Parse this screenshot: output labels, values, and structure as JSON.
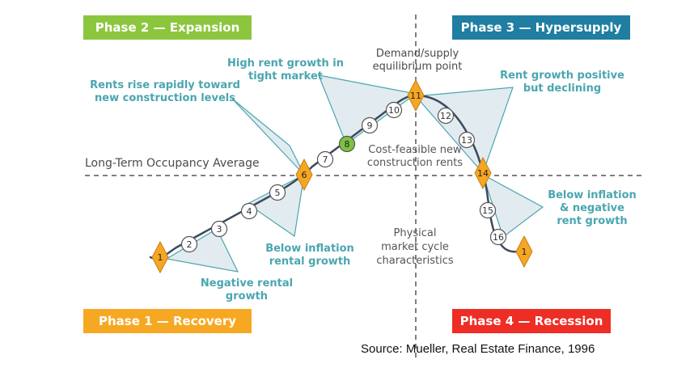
{
  "phases": [
    {
      "id": "p2",
      "label": "Phase 2 — Expansion",
      "color": "#8cc63f"
    },
    {
      "id": "p3",
      "label": "Phase 3 — Hypersupply",
      "color": "#1f7ea1"
    },
    {
      "id": "p1",
      "label": "Phase 1 — Recovery",
      "color": "#f7a823"
    },
    {
      "id": "p4",
      "label": "Phase 4 — Recession",
      "color": "#ee2d24"
    }
  ],
  "labels": {
    "long_term_avg": "Long-Term Occupancy Average",
    "high_rent_1": "High rent growth in",
    "high_rent_2": "tight market",
    "equilibrium_1": "Demand/supply",
    "equilibrium_2": "equilibrium point",
    "rents_rise_1": "Rents rise rapidly toward",
    "rents_rise_2": "new construction levels",
    "rent_positive_1": "Rent growth positive",
    "rent_positive_2": "but declining",
    "cost_feasible_1": "Cost-feasible new",
    "cost_feasible_2": "construction rents",
    "below_infl_1": "Below inflation",
    "below_infl_2": "rental growth",
    "below_infl_neg_1": "Below inflation",
    "below_infl_neg_2": "& negative",
    "below_infl_neg_3": "rent growth",
    "negative_1": "Negative rental",
    "negative_2": "growth",
    "physical_1": "Physical",
    "physical_2": "market cycle",
    "physical_3": "characteristics",
    "source": "Source: Mueller, Real Estate Finance, 1996"
  },
  "points": [
    {
      "n": "1",
      "shape": "diamond"
    },
    {
      "n": "2",
      "shape": "circle"
    },
    {
      "n": "3",
      "shape": "circle"
    },
    {
      "n": "4",
      "shape": "circle"
    },
    {
      "n": "5",
      "shape": "circle"
    },
    {
      "n": "6",
      "shape": "diamond"
    },
    {
      "n": "7",
      "shape": "circle"
    },
    {
      "n": "8",
      "shape": "circle-green"
    },
    {
      "n": "9",
      "shape": "circle"
    },
    {
      "n": "10",
      "shape": "circle"
    },
    {
      "n": "11",
      "shape": "diamond"
    },
    {
      "n": "12",
      "shape": "circle"
    },
    {
      "n": "13",
      "shape": "circle"
    },
    {
      "n": "14",
      "shape": "diamond"
    },
    {
      "n": "15",
      "shape": "circle"
    },
    {
      "n": "16",
      "shape": "circle"
    },
    {
      "n": "1",
      "shape": "diamond"
    }
  ],
  "colors": {
    "curve": "#3c4a5c",
    "callout_fill": "#dde7ec",
    "callout_stroke": "#4aa6b0",
    "diamond": "#f5a623",
    "green": "#7dc242"
  }
}
